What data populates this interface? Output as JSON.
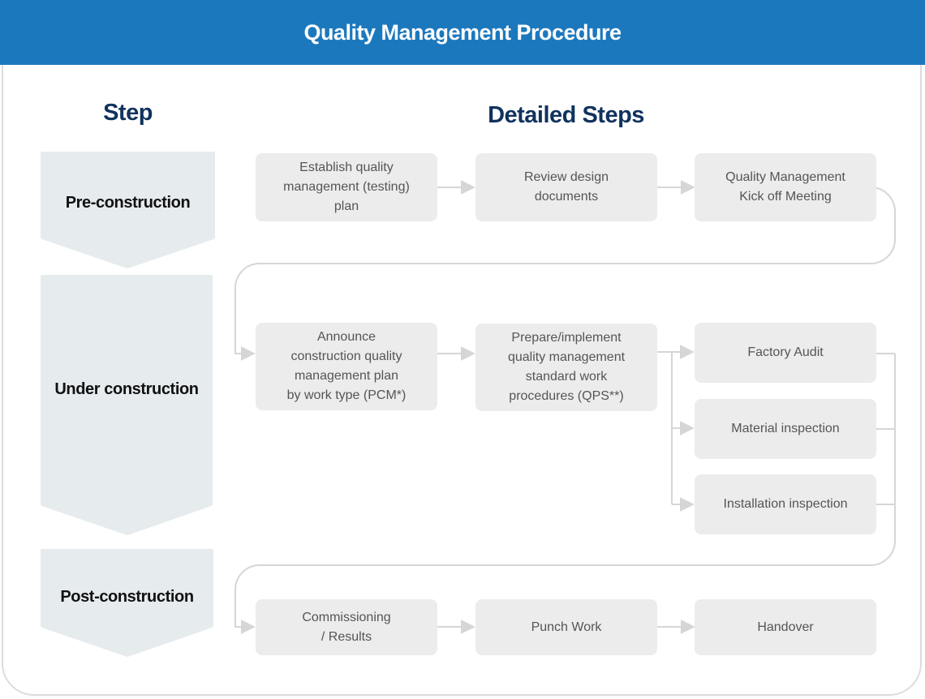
{
  "title": "Quality Management Procedure",
  "headers": {
    "step": "Step",
    "detailed": "Detailed Steps"
  },
  "colors": {
    "header_bg": "#1c78bd",
    "step_bg": "#e6ebee",
    "box_bg": "#ececec",
    "connector": "#d6d6d6",
    "heading_text": "#10325e"
  },
  "stages": [
    {
      "label": "Pre-construction",
      "steps": [
        {
          "lines": [
            "Establish quality",
            "management (testing)",
            "plan"
          ]
        },
        {
          "lines": [
            "Review design",
            "documents"
          ]
        },
        {
          "lines": [
            "Quality Management",
            "Kick off Meeting"
          ]
        }
      ]
    },
    {
      "label": "Under construction",
      "steps": [
        {
          "lines": [
            "Announce",
            "construction quality",
            "management plan",
            "by work type (PCM*)"
          ]
        },
        {
          "lines": [
            "Prepare/implement",
            "quality management",
            "standard work",
            "procedures (QPS**)"
          ]
        },
        {
          "lines": [
            "Factory Audit"
          ]
        },
        {
          "lines": [
            "Material inspection"
          ]
        },
        {
          "lines": [
            "Installation inspection"
          ]
        }
      ]
    },
    {
      "label": "Post-construction",
      "steps": [
        {
          "lines": [
            "Commissioning",
            "/ Results"
          ]
        },
        {
          "lines": [
            "Punch Work"
          ]
        },
        {
          "lines": [
            "Handover"
          ]
        }
      ]
    }
  ]
}
